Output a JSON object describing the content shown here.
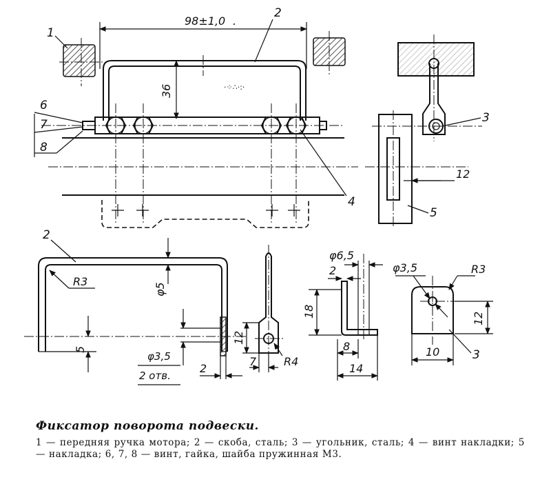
{
  "dimensions": {
    "width_98": "98±1,0",
    "height_36": "36",
    "d12_side": "12",
    "r3_handle": "R3",
    "phi5": "φ5",
    "d5_handle": "5",
    "phi35_plate": "φ3,5",
    "holes_2": "2 отв.",
    "d2_plate": "2",
    "d12_plate": "12",
    "d7_plate": "7",
    "r4_plate": "R4",
    "phi65": "φ6,5",
    "d2_bracket": "2",
    "d18": "18",
    "d8": "8",
    "d14": "14",
    "phi35_angle": "φ3,5",
    "r3_angle": "R3",
    "d12_angle": "12",
    "d10": "10"
  },
  "callouts": {
    "c1": "1",
    "c2_top": "2",
    "c3_side": "3",
    "c4": "4",
    "c5": "5",
    "c6": "6",
    "c7": "7",
    "c8": "8",
    "c2_detail": "2",
    "c3_detail": "3"
  },
  "caption": {
    "title": "Фиксатор поворота подвески.",
    "body": "1 — передняя ручка мотора; 2 — скоба, сталь; 3 — угольник, сталь; 4 — винт накладки; 5 — накладка; 6, 7, 8 — винт, гайка, шайба пружинная М3."
  }
}
